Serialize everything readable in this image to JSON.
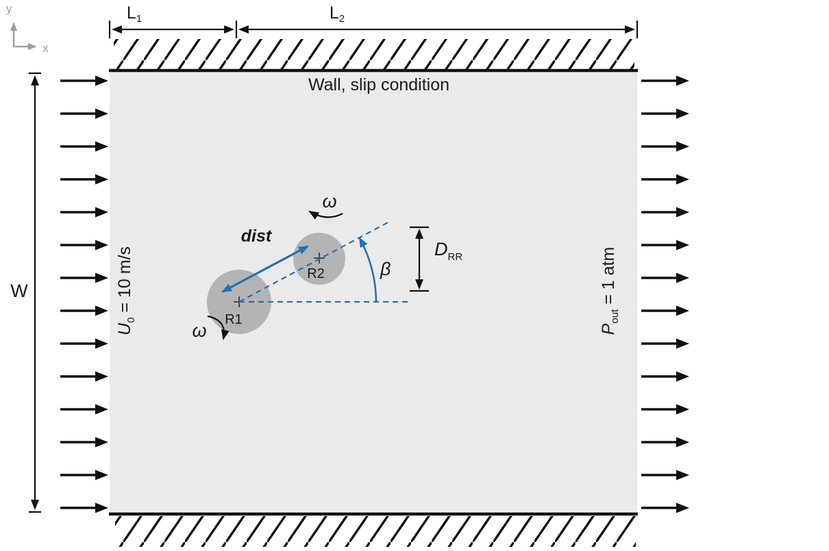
{
  "figure": {
    "coord": {
      "x": "x",
      "y": "y"
    },
    "dims": {
      "l1_base": "L",
      "l1_sub": "1",
      "l2_base": "L",
      "l2_sub": "2",
      "w": "W",
      "drr_base": "D",
      "drr_sub": "RR"
    },
    "wall_label": "Wall, slip condition",
    "inlet": {
      "base": "U",
      "sub": "0",
      "value": "= 10 m/s"
    },
    "outlet": {
      "base": "P",
      "sub": "out",
      "value": "= 1 atm"
    },
    "cylinders": {
      "r1": "R1",
      "r2": "R2",
      "omega_top": "ω",
      "omega_bottom": "ω"
    },
    "geometry": {
      "dist": "dist",
      "beta": "β"
    }
  },
  "colors": {
    "accent_blue": "#2272b5",
    "domain_fill": "#eaeaea",
    "cylinder_fill": "#b4b4b4",
    "axis_gray": "#9e9e9e",
    "ink": "#111111"
  }
}
